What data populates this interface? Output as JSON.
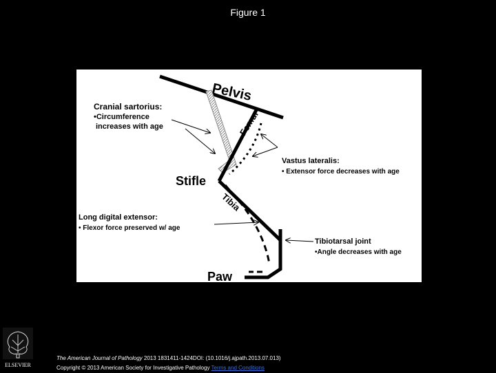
{
  "page": {
    "title": "Figure 1"
  },
  "figure": {
    "labels": {
      "pelvis": "Pelvis",
      "femur": "Femur",
      "stifle": "Stifle",
      "tibia": "Tibia",
      "paw": "Paw"
    },
    "annotations": {
      "cranial_title": "Cranial sartorius:",
      "cranial_line1": "•Circumference",
      "cranial_line2": "increases with age",
      "vastus_title": "Vastus lateralis:",
      "vastus_line1": "• Extensor force decreases with age",
      "long_title": "Long digital extensor:",
      "long_line1": "• Flexor force preserved w/ age",
      "tibiotarsal_title": "Tibiotarsal joint",
      "tibiotarsal_line1": "•Angle decreases with age"
    }
  },
  "footer": {
    "journal": "The American Journal of Pathology",
    "citation": " 2013 1831411-1424DOI: (10.1016/j.ajpath.2013.07.013)",
    "copyright": "Copyright © 2013 American Society for Investigative Pathology",
    "terms": "Terms and Conditions",
    "publisher_logo": "ELSEVIER"
  }
}
